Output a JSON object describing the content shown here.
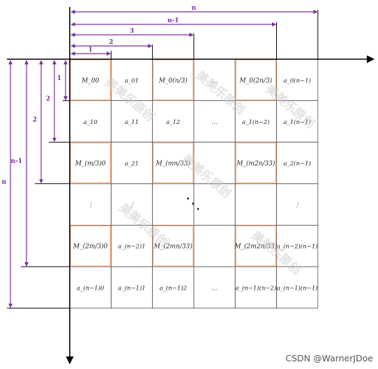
{
  "diagram": {
    "cells": [
      [
        "M_00",
        "a_01",
        "M_0(n/3)",
        "…",
        "M_0(2n/3)",
        "a_0(n−1)"
      ],
      [
        "a_10",
        "a_11",
        "a_12",
        "…",
        "a_1(n−2)",
        "a_1(n−1)"
      ],
      [
        "M_(m/3)0",
        "a_21",
        "M_(mn/33)",
        "",
        "M_(m2n/33)",
        "a_2(n−1)"
      ],
      [
        "⋮",
        "⋮",
        "",
        "",
        "",
        "⋮"
      ],
      [
        "M_(2m/3)0",
        "a_(n−2)1",
        "M_(2mn/33)",
        "",
        "M_(2m2n/33)",
        "a_(n−2)(n−1)"
      ],
      [
        "a_(n−1)0",
        "a_(n−1)1",
        "a_(n−1)2",
        "…",
        "a_(n−1)(n−2)",
        "a_(n−1)(n−1)"
      ]
    ],
    "center_dots": "⋱",
    "top_dimensions": [
      "1",
      "2",
      "3",
      "n-1",
      "n"
    ],
    "left_dimensions": [
      "1",
      "2",
      "2",
      "n-1",
      "n"
    ],
    "colors": {
      "grid": "#555555",
      "highlight": "#f4a26e",
      "dimension": "#7a2e9c",
      "axis": "#000000"
    },
    "watermark": "美美乐原创"
  },
  "credit": "CSDN @WarnerJDoe"
}
